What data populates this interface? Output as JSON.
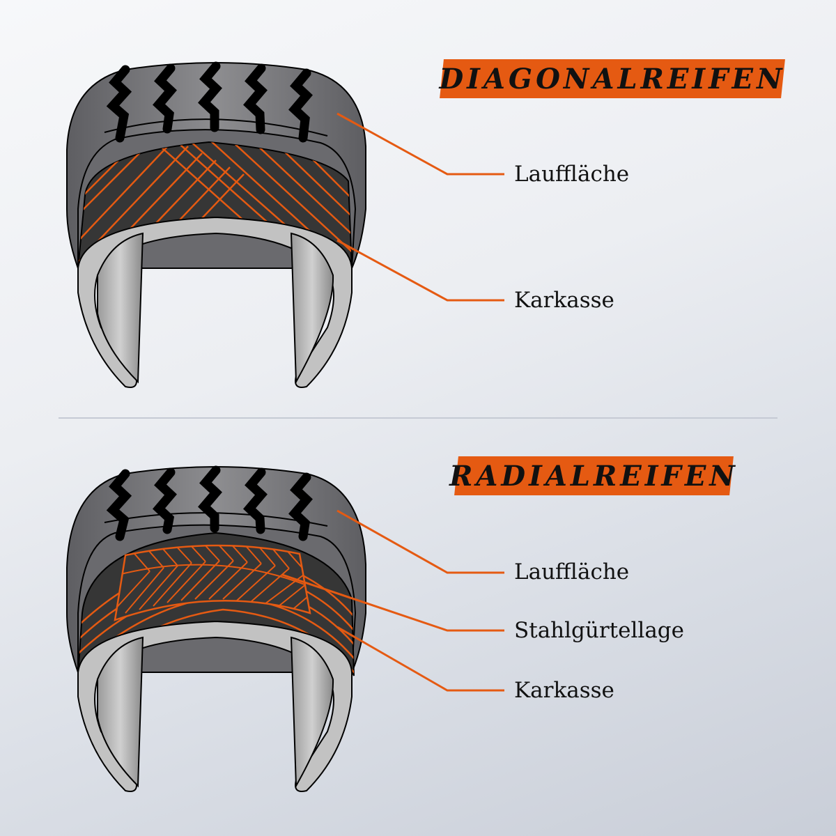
{
  "colors": {
    "accent": "#e55a12",
    "tread": "#6f6f73",
    "tread_light": "#9a9a9d",
    "carcass": "#363636",
    "inner": "#c2c2c2",
    "outline": "#000000"
  },
  "sections": [
    {
      "title": "DIAGONALREIFEN",
      "labels": [
        "Lauffläche",
        "Karkasse"
      ]
    },
    {
      "title": "RADIALREIFEN",
      "labels": [
        "Lauffläche",
        "Stahlgürtellage",
        "Karkasse"
      ]
    }
  ]
}
